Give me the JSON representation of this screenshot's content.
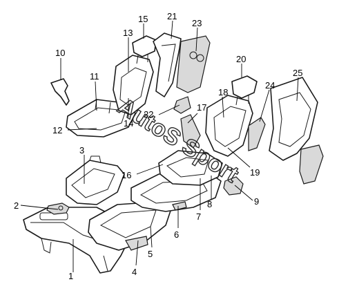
{
  "diagram": {
    "subject": "seat assembly exploded view",
    "watermark_text": "AutoS Sport",
    "callouts": [
      {
        "id": "c1",
        "text": "1"
      },
      {
        "id": "c2",
        "text": "2"
      },
      {
        "id": "c3",
        "text": "3"
      },
      {
        "id": "c4",
        "text": "4"
      },
      {
        "id": "c5",
        "text": "5"
      },
      {
        "id": "c6",
        "text": "6"
      },
      {
        "id": "c7",
        "text": "7"
      },
      {
        "id": "c8",
        "text": "8"
      },
      {
        "id": "c9",
        "text": "9"
      },
      {
        "id": "c10",
        "text": "10"
      },
      {
        "id": "c11",
        "text": "11"
      },
      {
        "id": "c12",
        "text": "12"
      },
      {
        "id": "c13",
        "text": "13"
      },
      {
        "id": "c14",
        "text": "14"
      },
      {
        "id": "c15",
        "text": "15"
      },
      {
        "id": "c16",
        "text": "16"
      },
      {
        "id": "c17",
        "text": "17"
      },
      {
        "id": "c18",
        "text": "18"
      },
      {
        "id": "c19",
        "text": "19"
      },
      {
        "id": "c20",
        "text": "20"
      },
      {
        "id": "c21",
        "text": "21"
      },
      {
        "id": "c22",
        "text": "22"
      },
      {
        "id": "c23",
        "text": "23"
      },
      {
        "id": "c24",
        "text": "24"
      },
      {
        "id": "c25",
        "text": "25"
      }
    ]
  }
}
